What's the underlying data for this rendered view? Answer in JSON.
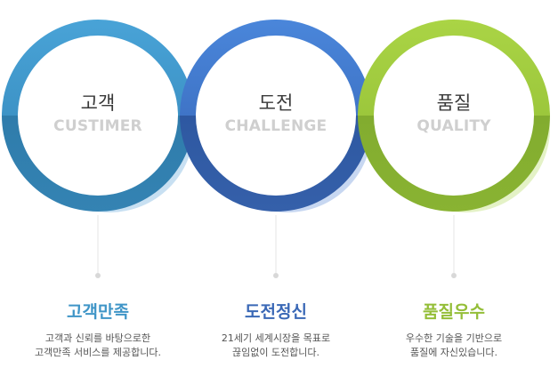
{
  "colors": {
    "blue": "#3f95c7",
    "navy": "#3a68b6",
    "green": "#94be38"
  },
  "items": [
    {
      "title": "고객",
      "subtitle": "CUSTIMER",
      "heading": "고객만족",
      "desc_line1": "고객과 신뢰를 바탕으로한",
      "desc_line2": "고객만족 서비스를 제공합니다."
    },
    {
      "title": "도전",
      "subtitle": "CHALLENGE",
      "heading": "도전정신",
      "desc_line1": "21세기 세계시장을 목표로",
      "desc_line2": "끊임없이 도전합니다."
    },
    {
      "title": "품질",
      "subtitle": "QUALITY",
      "heading": "품질우수",
      "desc_line1": "우수한 기술을 기반으로",
      "desc_line2": "품질에 자신있습니다."
    }
  ]
}
